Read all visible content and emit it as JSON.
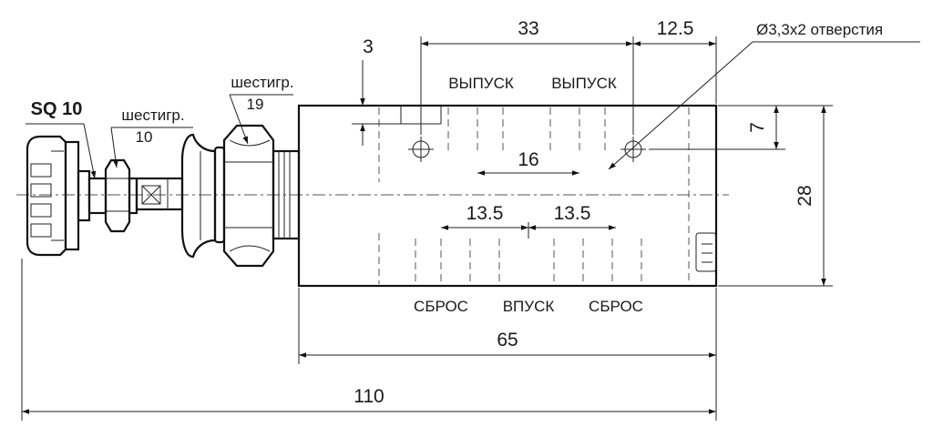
{
  "dimensions": {
    "d33": "33",
    "d12_5": "12.5",
    "d3": "3",
    "d7": "7",
    "d28": "28",
    "d16": "16",
    "d13_5_left": "13.5",
    "d13_5_right": "13.5",
    "d65": "65",
    "d110": "110"
  },
  "labels": {
    "hole_callout": "Ø3,3x2 отверстия",
    "exhaust_1": "ВЫПУСК",
    "exhaust_2": "ВЫПУСК",
    "reset_1": "СБРОС",
    "inlet": "ВПУСК",
    "reset_2": "СБРОС",
    "hex19_line1": "шестигр.",
    "hex19_line2": "19",
    "hex10_line1": "шестигр.",
    "hex10_line2": "10",
    "sq10": "SQ 10"
  }
}
